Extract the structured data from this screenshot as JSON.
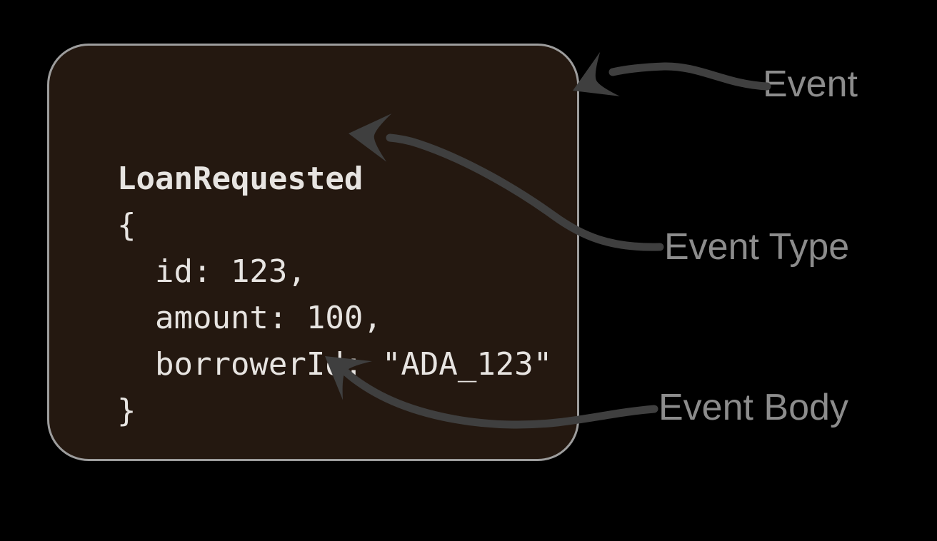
{
  "diagram": {
    "event_card": {
      "type_name": "LoanRequested",
      "body_lines": [
        "{",
        "  id: 123,",
        "  amount: 100,",
        "  borrowerId: \"ADA_123\"",
        "}"
      ]
    },
    "annotations": [
      {
        "label": "Event"
      },
      {
        "label": "Event Type"
      },
      {
        "label": "Event Body"
      }
    ],
    "icons": [
      {
        "name": "arrowhead-icon",
        "meaning": "curved pointer arrow tip"
      }
    ],
    "colors": {
      "background": "#000000",
      "card_fill": "#241810",
      "card_border": "#9d9d9d",
      "code_text": "#e7e4e1",
      "label_text": "#8c8c8c",
      "arrow": "#3f3f3f"
    }
  }
}
